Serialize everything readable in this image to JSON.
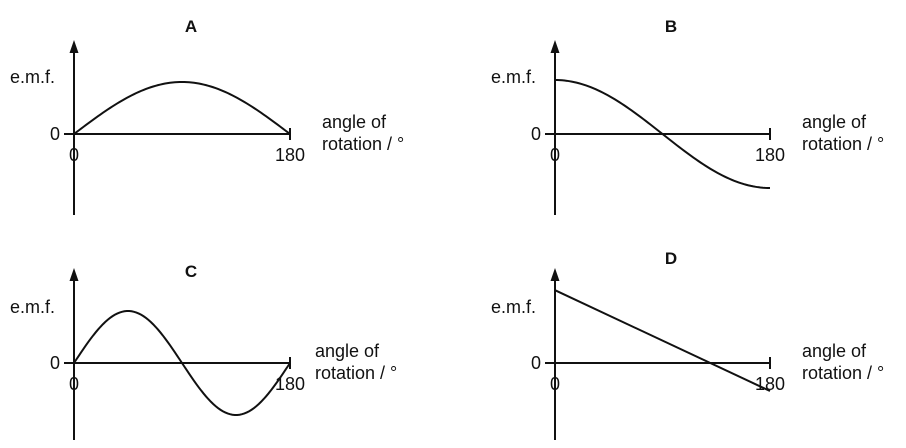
{
  "chart_data": [
    {
      "type": "line",
      "title": "A",
      "ylabel": "e.m.f.",
      "xlabel_lines": [
        "angle of",
        "rotation / °"
      ],
      "x_ticks": [
        "0",
        "180"
      ],
      "y_ticks": [
        "0"
      ],
      "xlim": [
        0,
        180
      ],
      "ylim": [
        -1.5,
        1.5
      ],
      "grid": false,
      "curve": "sine-half",
      "series": [
        {
          "x": [
            0,
            30,
            60,
            90,
            120,
            150,
            180
          ],
          "y": [
            0,
            0.5,
            0.87,
            1,
            0.87,
            0.5,
            0
          ]
        }
      ]
    },
    {
      "type": "line",
      "title": "B",
      "ylabel": "e.m.f.",
      "xlabel_lines": [
        "angle of",
        "rotation / °"
      ],
      "x_ticks": [
        "0",
        "180"
      ],
      "y_ticks": [
        "0"
      ],
      "xlim": [
        0,
        180
      ],
      "ylim": [
        -1.5,
        1.5
      ],
      "grid": false,
      "curve": "cosine",
      "series": [
        {
          "x": [
            0,
            30,
            60,
            90,
            120,
            150,
            180
          ],
          "y": [
            1,
            0.87,
            0.5,
            0,
            -0.5,
            -0.87,
            -1
          ]
        }
      ]
    },
    {
      "type": "line",
      "title": "C",
      "ylabel": "e.m.f.",
      "xlabel_lines": [
        "angle of",
        "rotation / °"
      ],
      "x_ticks": [
        "0",
        "180"
      ],
      "y_ticks": [
        "0"
      ],
      "xlim": [
        0,
        180
      ],
      "ylim": [
        -1.5,
        1.5
      ],
      "grid": false,
      "curve": "sine-full",
      "series": [
        {
          "x": [
            0,
            45,
            90,
            135,
            180
          ],
          "y": [
            0,
            1,
            0,
            -1,
            0
          ]
        }
      ]
    },
    {
      "type": "line",
      "title": "D",
      "ylabel": "e.m.f.",
      "xlabel_lines": [
        "angle of",
        "rotation / °"
      ],
      "x_ticks": [
        "0",
        "180"
      ],
      "y_ticks": [
        "0"
      ],
      "xlim": [
        0,
        180
      ],
      "ylim": [
        -1.5,
        1.5
      ],
      "grid": false,
      "curve": "linear",
      "series": [
        {
          "x": [
            0,
            180
          ],
          "y": [
            1.3,
            -0.5
          ]
        }
      ]
    }
  ]
}
